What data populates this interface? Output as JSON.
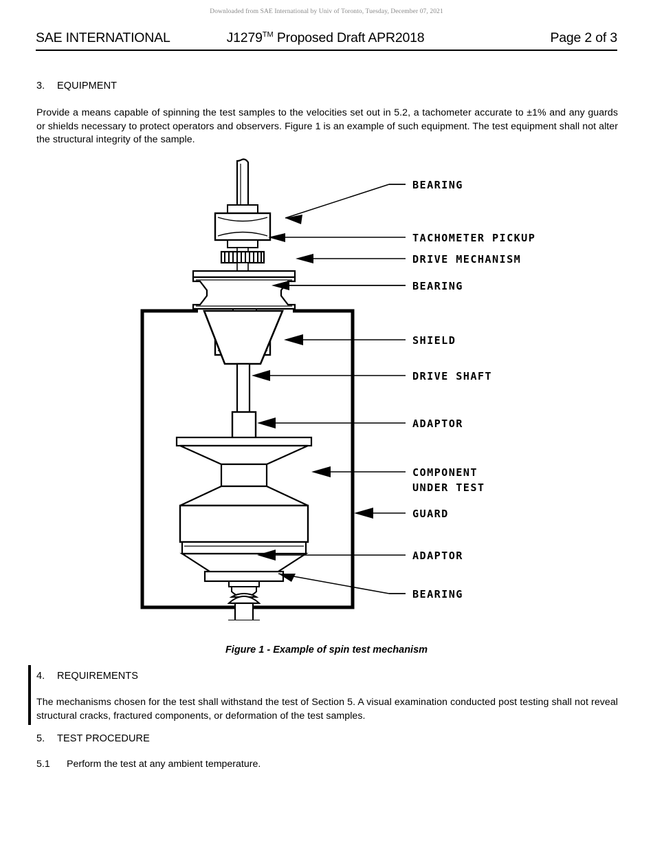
{
  "document": {
    "download_notice": "Downloaded from SAE International by Univ of Toronto, Tuesday, December 07, 2021",
    "header": {
      "left": "SAE INTERNATIONAL",
      "center_main": "J1279",
      "center_tm": "TM",
      "center_rest": " Proposed Draft APR2018",
      "right": "Page 2 of 3"
    }
  },
  "sections": {
    "equipment": {
      "number": "3.",
      "title": "EQUIPMENT",
      "body": "Provide a means capable of spinning the test samples to the velocities set out in 5.2, a tachometer accurate to ±1% and any guards or shields necessary to protect operators and observers. Figure 1 is an example of such equipment. The test equipment shall not alter the structural integrity of the sample."
    },
    "requirements": {
      "number": "4.",
      "title": "REQUIREMENTS",
      "body": "The mechanisms chosen for the test shall withstand the test of Section 5. A visual examination conducted post testing shall not reveal structural cracks, fractured components, or deformation of the test samples."
    },
    "test_procedure": {
      "number": "5.",
      "title": "TEST PROCEDURE",
      "items": [
        {
          "number": "5.1",
          "text": "Perform the test at any ambient temperature."
        }
      ]
    }
  },
  "figure": {
    "caption": "Figure 1 - Example of spin test mechanism",
    "callouts": [
      {
        "id": "bearing-top",
        "label": "BEARING"
      },
      {
        "id": "tachometer-pickup",
        "label": "TACHOMETER PICKUP"
      },
      {
        "id": "drive-mechanism",
        "label": "DRIVE MECHANISM"
      },
      {
        "id": "bearing-second",
        "label": "BEARING"
      },
      {
        "id": "shield",
        "label": "SHIELD"
      },
      {
        "id": "drive-shaft",
        "label": "DRIVE SHAFT"
      },
      {
        "id": "adaptor-upper",
        "label": "ADAPTOR"
      },
      {
        "id": "component-under-test-line1",
        "label": "COMPONENT"
      },
      {
        "id": "component-under-test-line2",
        "label": "UNDER TEST"
      },
      {
        "id": "guard",
        "label": "GUARD"
      },
      {
        "id": "adaptor-lower",
        "label": "ADAPTOR"
      },
      {
        "id": "bearing-bottom",
        "label": "BEARING"
      }
    ]
  },
  "colors": {
    "ink": "#000000",
    "paper": "#ffffff",
    "notice_gray": "#8a8a8a"
  }
}
